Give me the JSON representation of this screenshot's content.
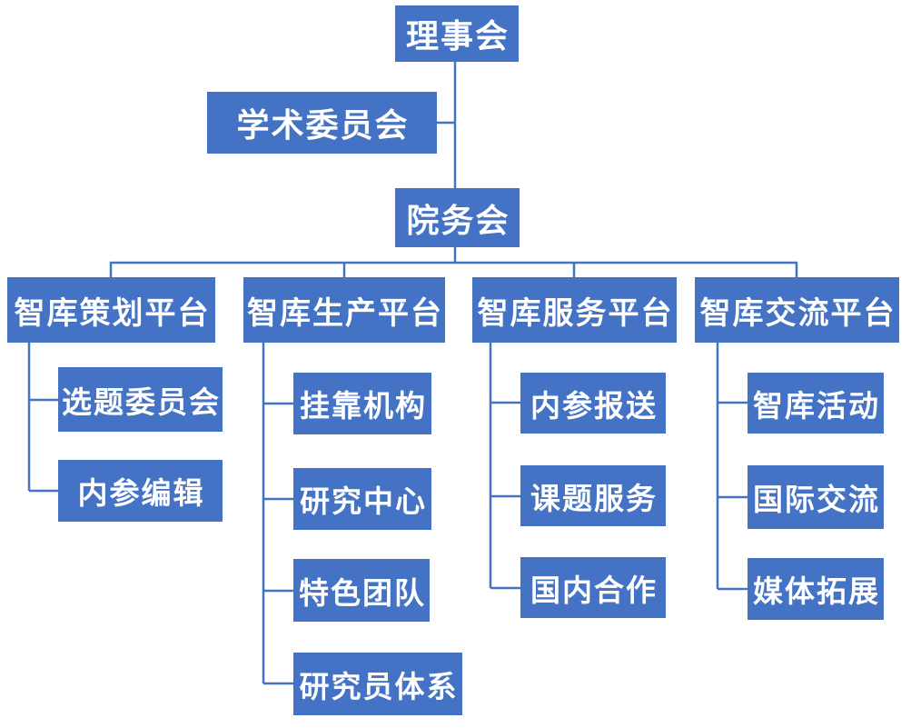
{
  "org": {
    "board": "理事会",
    "academic": "学术委员会",
    "council": "院务会",
    "platforms": [
      {
        "label": "智库策划平台",
        "children": [
          "选题委员会",
          "内参编辑"
        ]
      },
      {
        "label": "智库生产平台",
        "children": [
          "挂靠机构",
          "研究中心",
          "特色团队",
          "研究员体系"
        ]
      },
      {
        "label": "智库服务平台",
        "children": [
          "内参报送",
          "课题服务",
          "国内合作"
        ]
      },
      {
        "label": "智库交流平台",
        "children": [
          "智库活动",
          "国际交流",
          "媒体拓展"
        ]
      }
    ]
  },
  "colors": {
    "box_fill": "#4472C4",
    "box_text": "#FFFFFF",
    "connector": "#4472C4",
    "background": "#FFFFFF"
  }
}
